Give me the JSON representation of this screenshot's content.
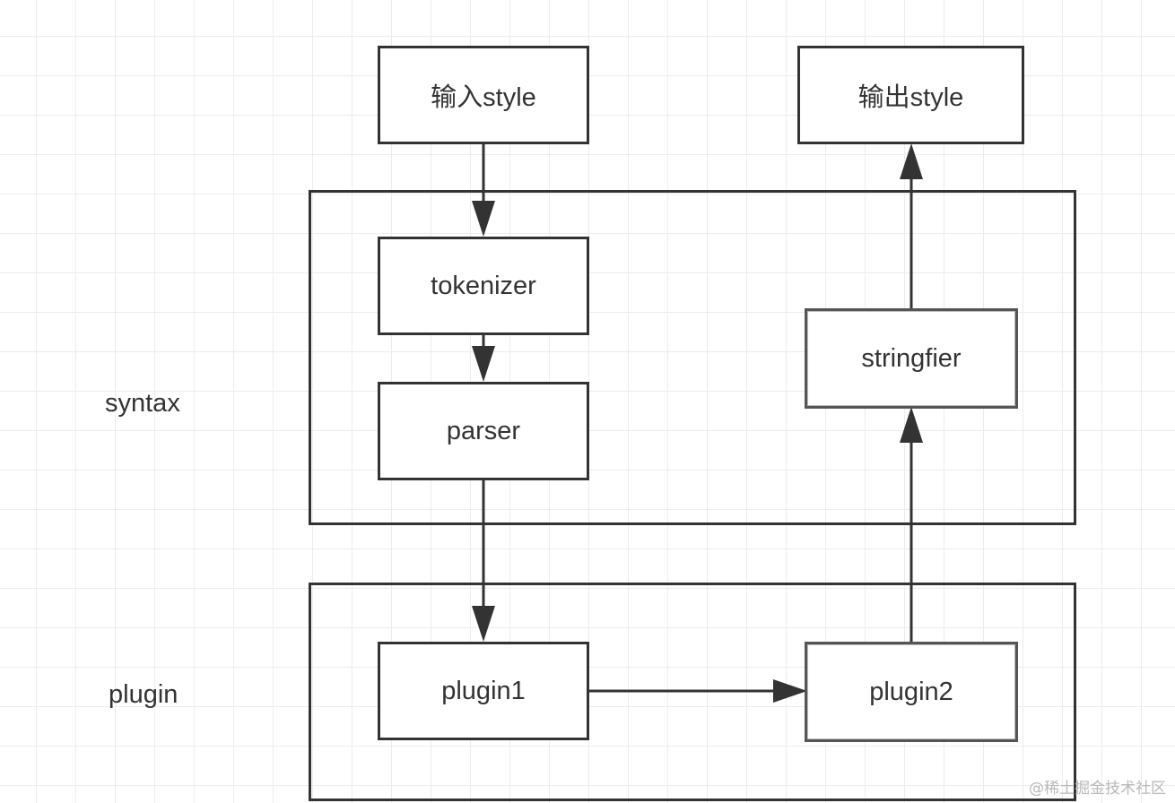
{
  "diagram": {
    "nodes": {
      "input_style": "输入style",
      "output_style": "输出style",
      "tokenizer": "tokenizer",
      "parser": "parser",
      "stringifier": "stringfier",
      "plugin1": "plugin1",
      "plugin2": "plugin2"
    },
    "lanes": {
      "syntax": "syntax",
      "plugin": "plugin"
    },
    "edges": [
      {
        "from": "input_style",
        "to": "tokenizer"
      },
      {
        "from": "tokenizer",
        "to": "parser"
      },
      {
        "from": "parser",
        "to": "plugin1"
      },
      {
        "from": "plugin1",
        "to": "plugin2"
      },
      {
        "from": "plugin2",
        "to": "stringifier"
      },
      {
        "from": "stringifier",
        "to": "output_style"
      }
    ],
    "colors": {
      "stroke": "#333333",
      "grid": "#ececec",
      "background": "#ffffff"
    }
  },
  "watermark": "@稀土掘金技术社区"
}
